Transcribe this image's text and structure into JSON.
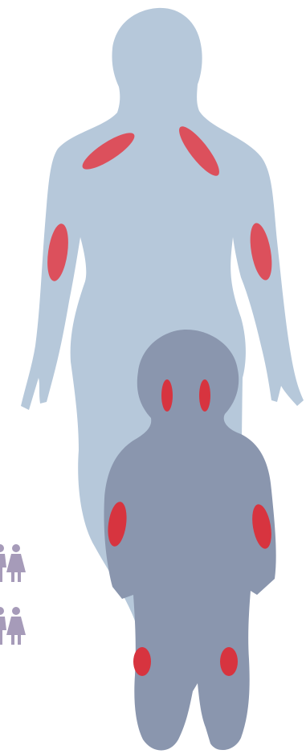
{
  "colors": {
    "background": "#ffffff",
    "adult_silhouette": "#b6c8da",
    "child_silhouette": "#8a96ae",
    "highlight": "#e0424e",
    "child_highlight": "#d7343f",
    "person_icons": "#a69bb9"
  },
  "figures": [
    {
      "name": "adult-silhouette",
      "highlighted_regions": [
        "left-shoulder",
        "right-shoulder",
        "left-upper-arm",
        "right-upper-arm"
      ]
    },
    {
      "name": "child-silhouette",
      "highlighted_regions": [
        "left-cheek",
        "right-cheek",
        "left-upper-arm",
        "right-upper-arm",
        "left-knee",
        "right-knee"
      ]
    }
  ],
  "icons": [
    "person-icon",
    "person-icon",
    "person-icon",
    "person-icon"
  ]
}
